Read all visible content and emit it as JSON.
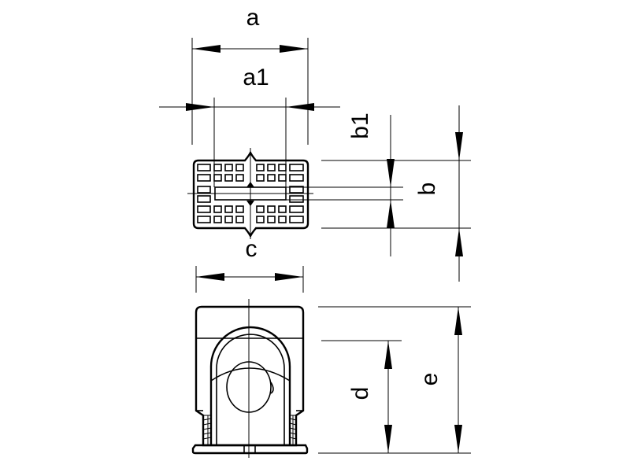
{
  "labels": {
    "a": "a",
    "a1": "a1",
    "b": "b",
    "b1": "b1",
    "c": "c",
    "d": "d",
    "e": "e"
  }
}
